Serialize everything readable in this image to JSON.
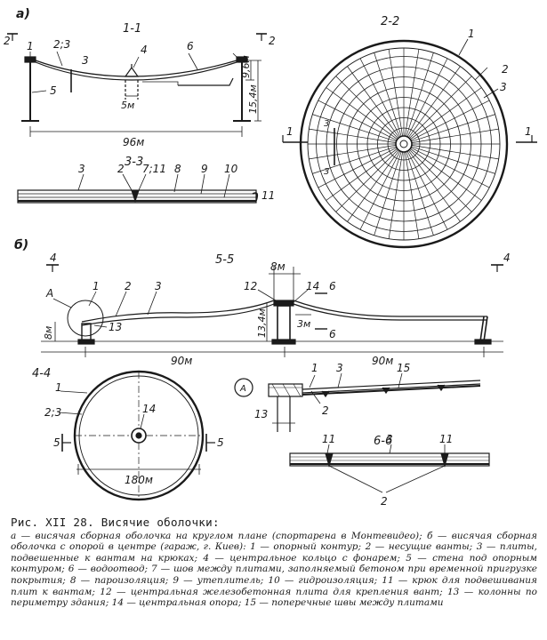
{
  "panel_a": {
    "letter": "а)",
    "sec_1_1": "1-1",
    "sec_2_2": "2-2",
    "sec_3_3": "3-3",
    "cut_2": "2",
    "cut_3": "3",
    "cut_1": "1",
    "lbl_1": "1",
    "lbl_23": "2;3",
    "lbl_4": "4",
    "lbl_5": "5",
    "lbl_6": "6",
    "dim_5m": "5м",
    "dim_96m": "96м",
    "dim_9_6m": "9,6м",
    "dim_15_4m": "15,4м",
    "lbl_2_2": "2",
    "lbl_2_3": "3",
    "sec3_lbl_3": "3",
    "sec3_lbl_2": "2",
    "sec3_lbl_7_11": "7;11",
    "sec3_lbl_8": "8",
    "sec3_lbl_9": "9",
    "sec3_lbl_10": "10",
    "sec3_lbl_11": "11"
  },
  "panel_b": {
    "letter": "б)",
    "sec_5_5": "5-5",
    "sec_4_4": "4-4",
    "sec_6_6": "6-6",
    "cut_4": "4",
    "cut_5": "5",
    "cut_6": "6",
    "callout": "А",
    "lbl_1": "1",
    "lbl_2": "2",
    "lbl_3": "3",
    "lbl_12": "12",
    "lbl_13": "13",
    "lbl_14": "14",
    "lbl_15": "15",
    "lbl_11": "11",
    "lbl_23": "2;3",
    "dim_8m_top": "8м",
    "dim_8m_left": "8м",
    "dim_13_4m": "13,4м",
    "dim_3m": "3м",
    "dim_90m_left": "90м",
    "dim_90m_right": "90м",
    "dim_180m": "180м"
  },
  "caption": {
    "title": "Рис. XII 28. Висячие оболочки:",
    "body": "а — висячая сборная оболочка на круглом плане (спортарена в Монтевидео); б — висячая сборная оболочка с опорой в центре (гараж, г. Киев): 1 — опорный контур; 2 — несущие ванты; 3 — плиты, подвешенные к вантам на крюках; 4 — центральное кольцо с фонарем; 5 — стена под опорным контуром; 6 — водоотвод; 7 — шов между плитами, заполняемый бетоном при временной пригрузке покрытия; 8 — пароизоляция; 9 — утеплитель; 10 — гидроизоляция; 11 — крюк для подвешивания плит к вантам; 12 — центральная железобетонная плита для крепления вант; 13 — колонны по периметру здания; 14 — центральная опора; 15 — поперечные швы между плитами"
  }
}
